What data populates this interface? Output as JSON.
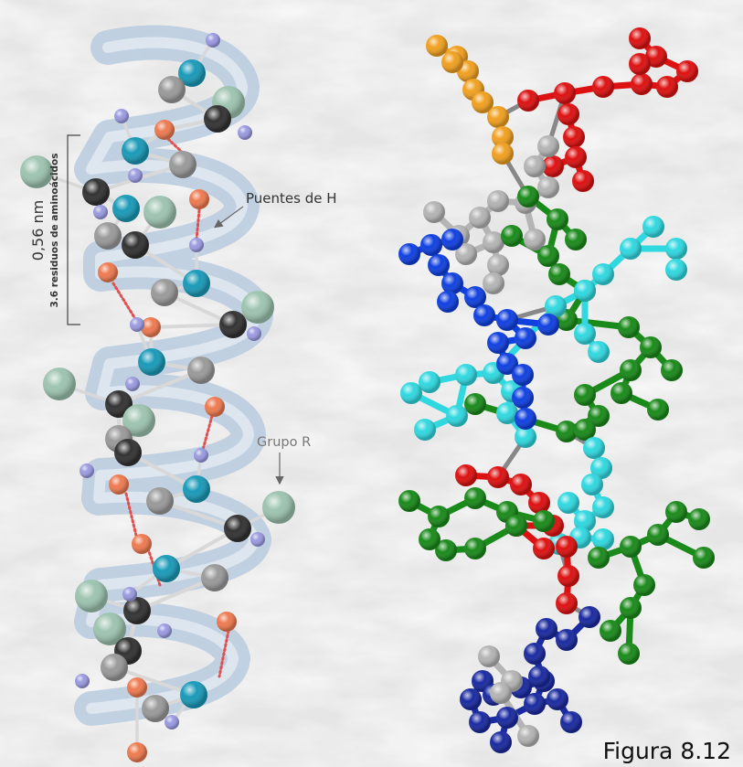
{
  "labels": {
    "pitch": "0,56 nm",
    "residues": "3.6 residuos de aminoácidos",
    "hbonds": "Puentes de H",
    "rgroup": "Grupo R",
    "figure": "Figura 8.12"
  },
  "colors": {
    "background": "#ececec",
    "ribbon": "#b9cce0",
    "nitrogen": "#1a9ab8",
    "carbon_alpha": "#333333",
    "carbon": "#9a9a9a",
    "oxygen": "#ee7a50",
    "hydrogen": "#9a9ae0",
    "r_group": "#9ec4b0",
    "orange_residue": "#f0a020",
    "red_residue": "#dd1111",
    "grey_residue": "#b4b4b4",
    "green_residue": "#1a8a1a",
    "cyan_residue": "#30d8e0",
    "blue_residue": "#1040e0",
    "navy_residue": "#1a2aa0"
  }
}
